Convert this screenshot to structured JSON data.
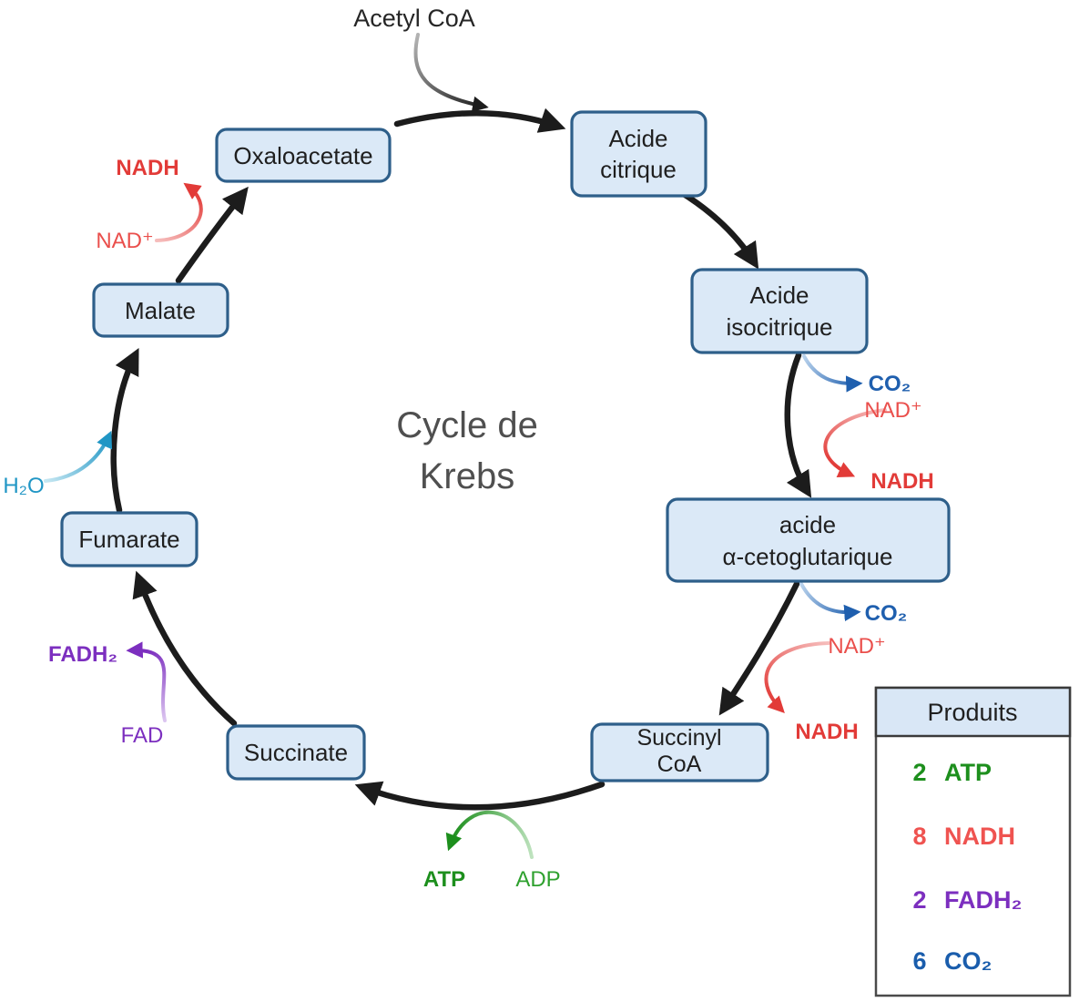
{
  "diagram_title": {
    "line1": "Cycle de",
    "line2": "Krebs"
  },
  "substrate_input": {
    "label": "Acetyl CoA"
  },
  "boxes": {
    "oxaloacetate": {
      "label": "Oxaloacetate"
    },
    "acide_citrique": {
      "line1": "Acide",
      "line2": "citrique"
    },
    "acide_isocitrique": {
      "line1": "Acide",
      "line2": "isocitrique"
    },
    "acide_cetoglutarique": {
      "line1": "acide",
      "line2": "α-cetoglutarique"
    },
    "succinyl_coa": {
      "line1": "Succinyl",
      "line2": "CoA"
    },
    "succinate": {
      "label": "Succinate"
    },
    "fumarate": {
      "label": "Fumarate"
    },
    "malate": {
      "label": "Malate"
    }
  },
  "cofactors": {
    "nad_plus_malate": "NAD⁺",
    "nadh_malate": "NADH",
    "co2_isocitrate": "CO₂",
    "nad_plus_isocitrate": "NAD⁺",
    "nadh_isocitrate": "NADH",
    "co2_ketoglutarate": "CO₂",
    "nad_plus_ketoglutarate": "NAD⁺",
    "nadh_ketoglutarate": "NADH",
    "adp": "ADP",
    "atp": "ATP",
    "fad": "FAD",
    "fadh2": "FADH₂",
    "h2o": "H₂O"
  },
  "products_table": {
    "header": "Produits",
    "rows": [
      {
        "count": "2",
        "label": "ATP",
        "color": "#1d8f1d"
      },
      {
        "count": "8",
        "label": "NADH",
        "color": "#ef5350"
      },
      {
        "count": "2",
        "label": "FADH₂",
        "color": "#7c2fbf"
      },
      {
        "count": "6",
        "label": "CO₂",
        "color": "#1a5dac"
      }
    ]
  },
  "colors": {
    "box_fill": "#dbe9f7",
    "box_border": "#2e5f8a",
    "arrow_black": "#1c1c1c",
    "red": "#ea4f4c",
    "red_bold": "#e23b38",
    "blue": "#1f5fae",
    "cyan": "#2096c5",
    "purple": "#7c2fbf",
    "green": "#2fa12f",
    "green_bold": "#1d8f1d",
    "title_gray": "#4f4f4f"
  }
}
